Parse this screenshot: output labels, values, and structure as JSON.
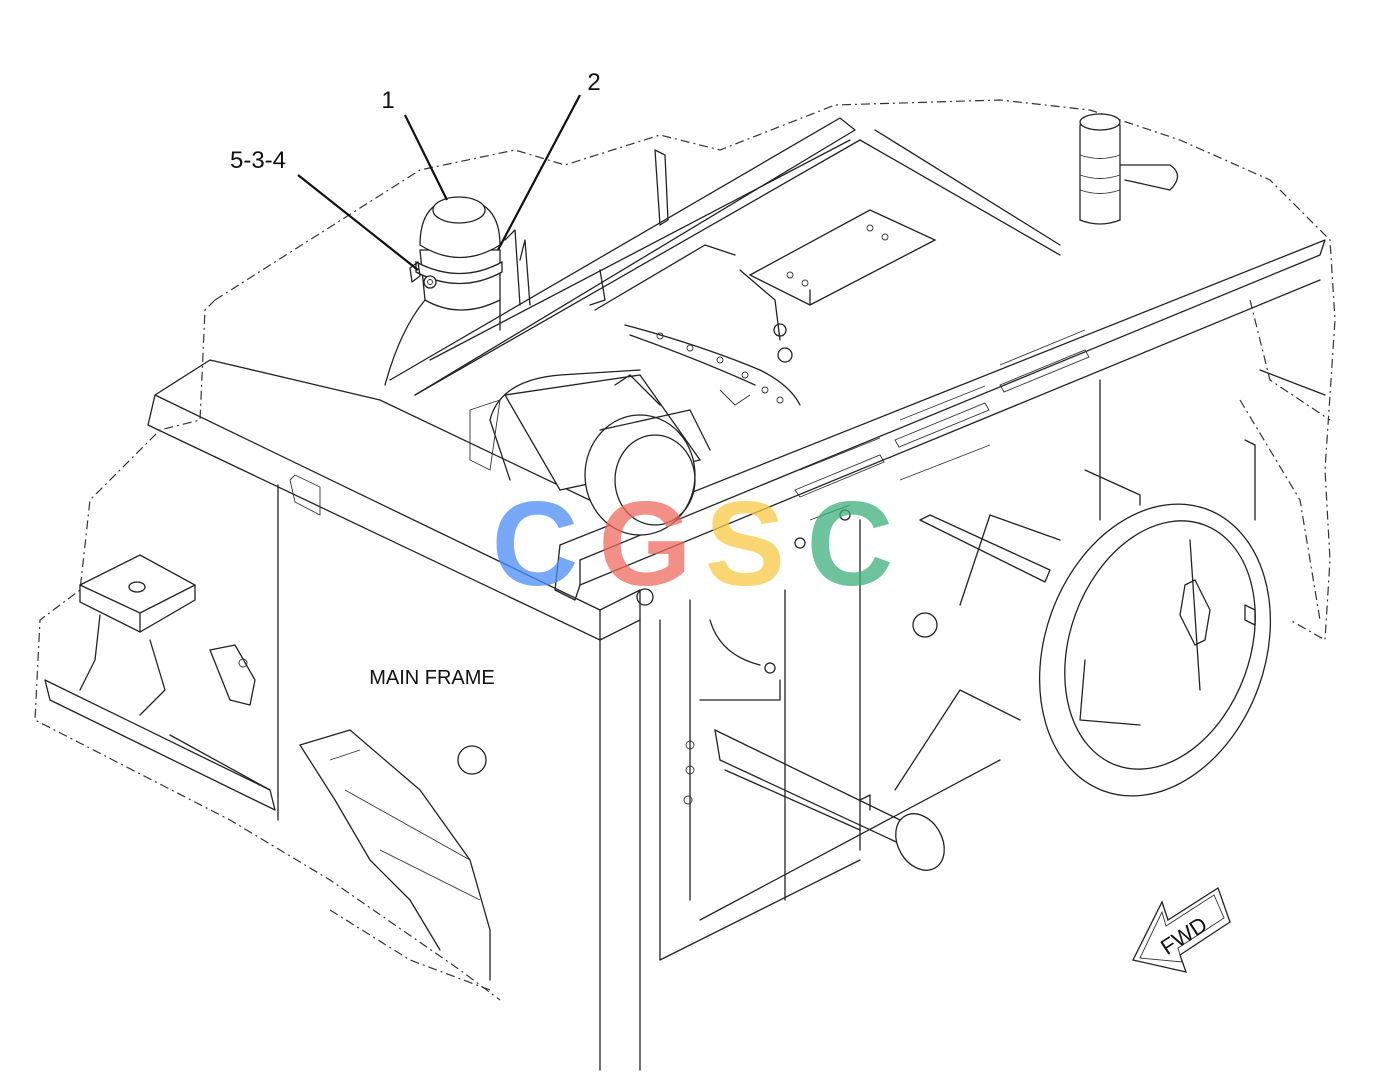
{
  "callouts": {
    "c1": "1",
    "c2": "2",
    "c534": "5-3-4"
  },
  "frame_label": "MAIN FRAME",
  "fwd_label": "FWD",
  "watermark": {
    "letters": [
      "C",
      "G",
      "S",
      "C"
    ],
    "colors": [
      "#4c8df6",
      "#ee6b60",
      "#f7c943",
      "#3db07a"
    ]
  }
}
